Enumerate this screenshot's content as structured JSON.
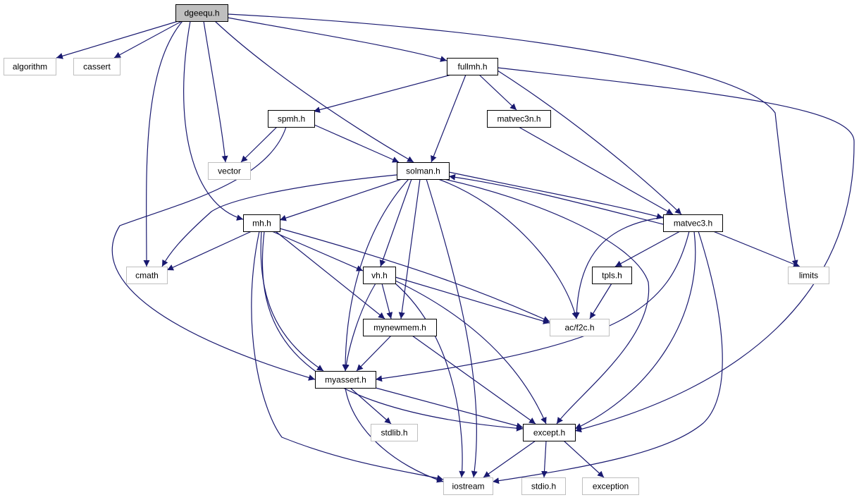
{
  "diagram": {
    "type": "include-dependency-graph",
    "edge_color": "#191970",
    "nodes": [
      {
        "id": "dgeequ",
        "label": "dgeequ.h",
        "kind": "root"
      },
      {
        "id": "algorithm",
        "label": "algorithm",
        "kind": "external"
      },
      {
        "id": "cassert",
        "label": "cassert",
        "kind": "external"
      },
      {
        "id": "fullmh",
        "label": "fullmh.h",
        "kind": "project"
      },
      {
        "id": "spmh",
        "label": "spmh.h",
        "kind": "project"
      },
      {
        "id": "matvec3n",
        "label": "matvec3n.h",
        "kind": "project"
      },
      {
        "id": "vector",
        "label": "vector",
        "kind": "external"
      },
      {
        "id": "solman",
        "label": "solman.h",
        "kind": "project"
      },
      {
        "id": "mh",
        "label": "mh.h",
        "kind": "project"
      },
      {
        "id": "matvec3",
        "label": "matvec3.h",
        "kind": "project"
      },
      {
        "id": "cmath",
        "label": "cmath",
        "kind": "external"
      },
      {
        "id": "vh",
        "label": "vh.h",
        "kind": "project"
      },
      {
        "id": "tpls",
        "label": "tpls.h",
        "kind": "project"
      },
      {
        "id": "limits",
        "label": "limits",
        "kind": "external"
      },
      {
        "id": "mynewmem",
        "label": "mynewmem.h",
        "kind": "project"
      },
      {
        "id": "acf2c",
        "label": "ac/f2c.h",
        "kind": "external"
      },
      {
        "id": "myassert",
        "label": "myassert.h",
        "kind": "project"
      },
      {
        "id": "stdlib",
        "label": "stdlib.h",
        "kind": "external"
      },
      {
        "id": "except",
        "label": "except.h",
        "kind": "project"
      },
      {
        "id": "iostream",
        "label": "iostream",
        "kind": "external"
      },
      {
        "id": "stdio",
        "label": "stdio.h",
        "kind": "external"
      },
      {
        "id": "exception",
        "label": "exception",
        "kind": "external"
      }
    ],
    "edges": [
      {
        "from": "dgeequ",
        "to": "algorithm"
      },
      {
        "from": "dgeequ",
        "to": "cassert"
      },
      {
        "from": "dgeequ",
        "to": "fullmh"
      },
      {
        "from": "dgeequ",
        "to": "vector"
      },
      {
        "from": "dgeequ",
        "to": "solman"
      },
      {
        "from": "dgeequ",
        "to": "mh"
      },
      {
        "from": "dgeequ",
        "to": "cmath"
      },
      {
        "from": "dgeequ",
        "to": "limits"
      },
      {
        "from": "fullmh",
        "to": "spmh"
      },
      {
        "from": "fullmh",
        "to": "solman"
      },
      {
        "from": "fullmh",
        "to": "matvec3n"
      },
      {
        "from": "fullmh",
        "to": "matvec3"
      },
      {
        "from": "fullmh",
        "to": "except"
      },
      {
        "from": "spmh",
        "to": "vector"
      },
      {
        "from": "spmh",
        "to": "solman"
      },
      {
        "from": "spmh",
        "to": "myassert"
      },
      {
        "from": "matvec3n",
        "to": "matvec3"
      },
      {
        "from": "solman",
        "to": "mh"
      },
      {
        "from": "solman",
        "to": "cmath"
      },
      {
        "from": "solman",
        "to": "vh"
      },
      {
        "from": "solman",
        "to": "mynewmem"
      },
      {
        "from": "solman",
        "to": "myassert"
      },
      {
        "from": "solman",
        "to": "iostream"
      },
      {
        "from": "solman",
        "to": "acf2c"
      },
      {
        "from": "solman",
        "to": "except"
      },
      {
        "from": "solman",
        "to": "matvec3"
      },
      {
        "from": "matvec3",
        "to": "solman"
      },
      {
        "from": "matvec3",
        "to": "acf2c"
      },
      {
        "from": "matvec3",
        "to": "tpls"
      },
      {
        "from": "matvec3",
        "to": "limits"
      },
      {
        "from": "matvec3",
        "to": "myassert"
      },
      {
        "from": "matvec3",
        "to": "except"
      },
      {
        "from": "matvec3",
        "to": "iostream"
      },
      {
        "from": "mh",
        "to": "cmath"
      },
      {
        "from": "mh",
        "to": "vh"
      },
      {
        "from": "mh",
        "to": "acf2c"
      },
      {
        "from": "mh",
        "to": "mynewmem"
      },
      {
        "from": "mh",
        "to": "myassert"
      },
      {
        "from": "mh",
        "to": "except"
      },
      {
        "from": "mh",
        "to": "iostream"
      },
      {
        "from": "vh",
        "to": "acf2c"
      },
      {
        "from": "vh",
        "to": "mynewmem"
      },
      {
        "from": "vh",
        "to": "myassert"
      },
      {
        "from": "vh",
        "to": "except"
      },
      {
        "from": "vh",
        "to": "iostream"
      },
      {
        "from": "tpls",
        "to": "acf2c"
      },
      {
        "from": "mynewmem",
        "to": "myassert"
      },
      {
        "from": "mynewmem",
        "to": "except"
      },
      {
        "from": "myassert",
        "to": "stdlib"
      },
      {
        "from": "myassert",
        "to": "except"
      },
      {
        "from": "myassert",
        "to": "iostream"
      },
      {
        "from": "except",
        "to": "iostream"
      },
      {
        "from": "except",
        "to": "stdio"
      },
      {
        "from": "except",
        "to": "exception"
      }
    ]
  }
}
